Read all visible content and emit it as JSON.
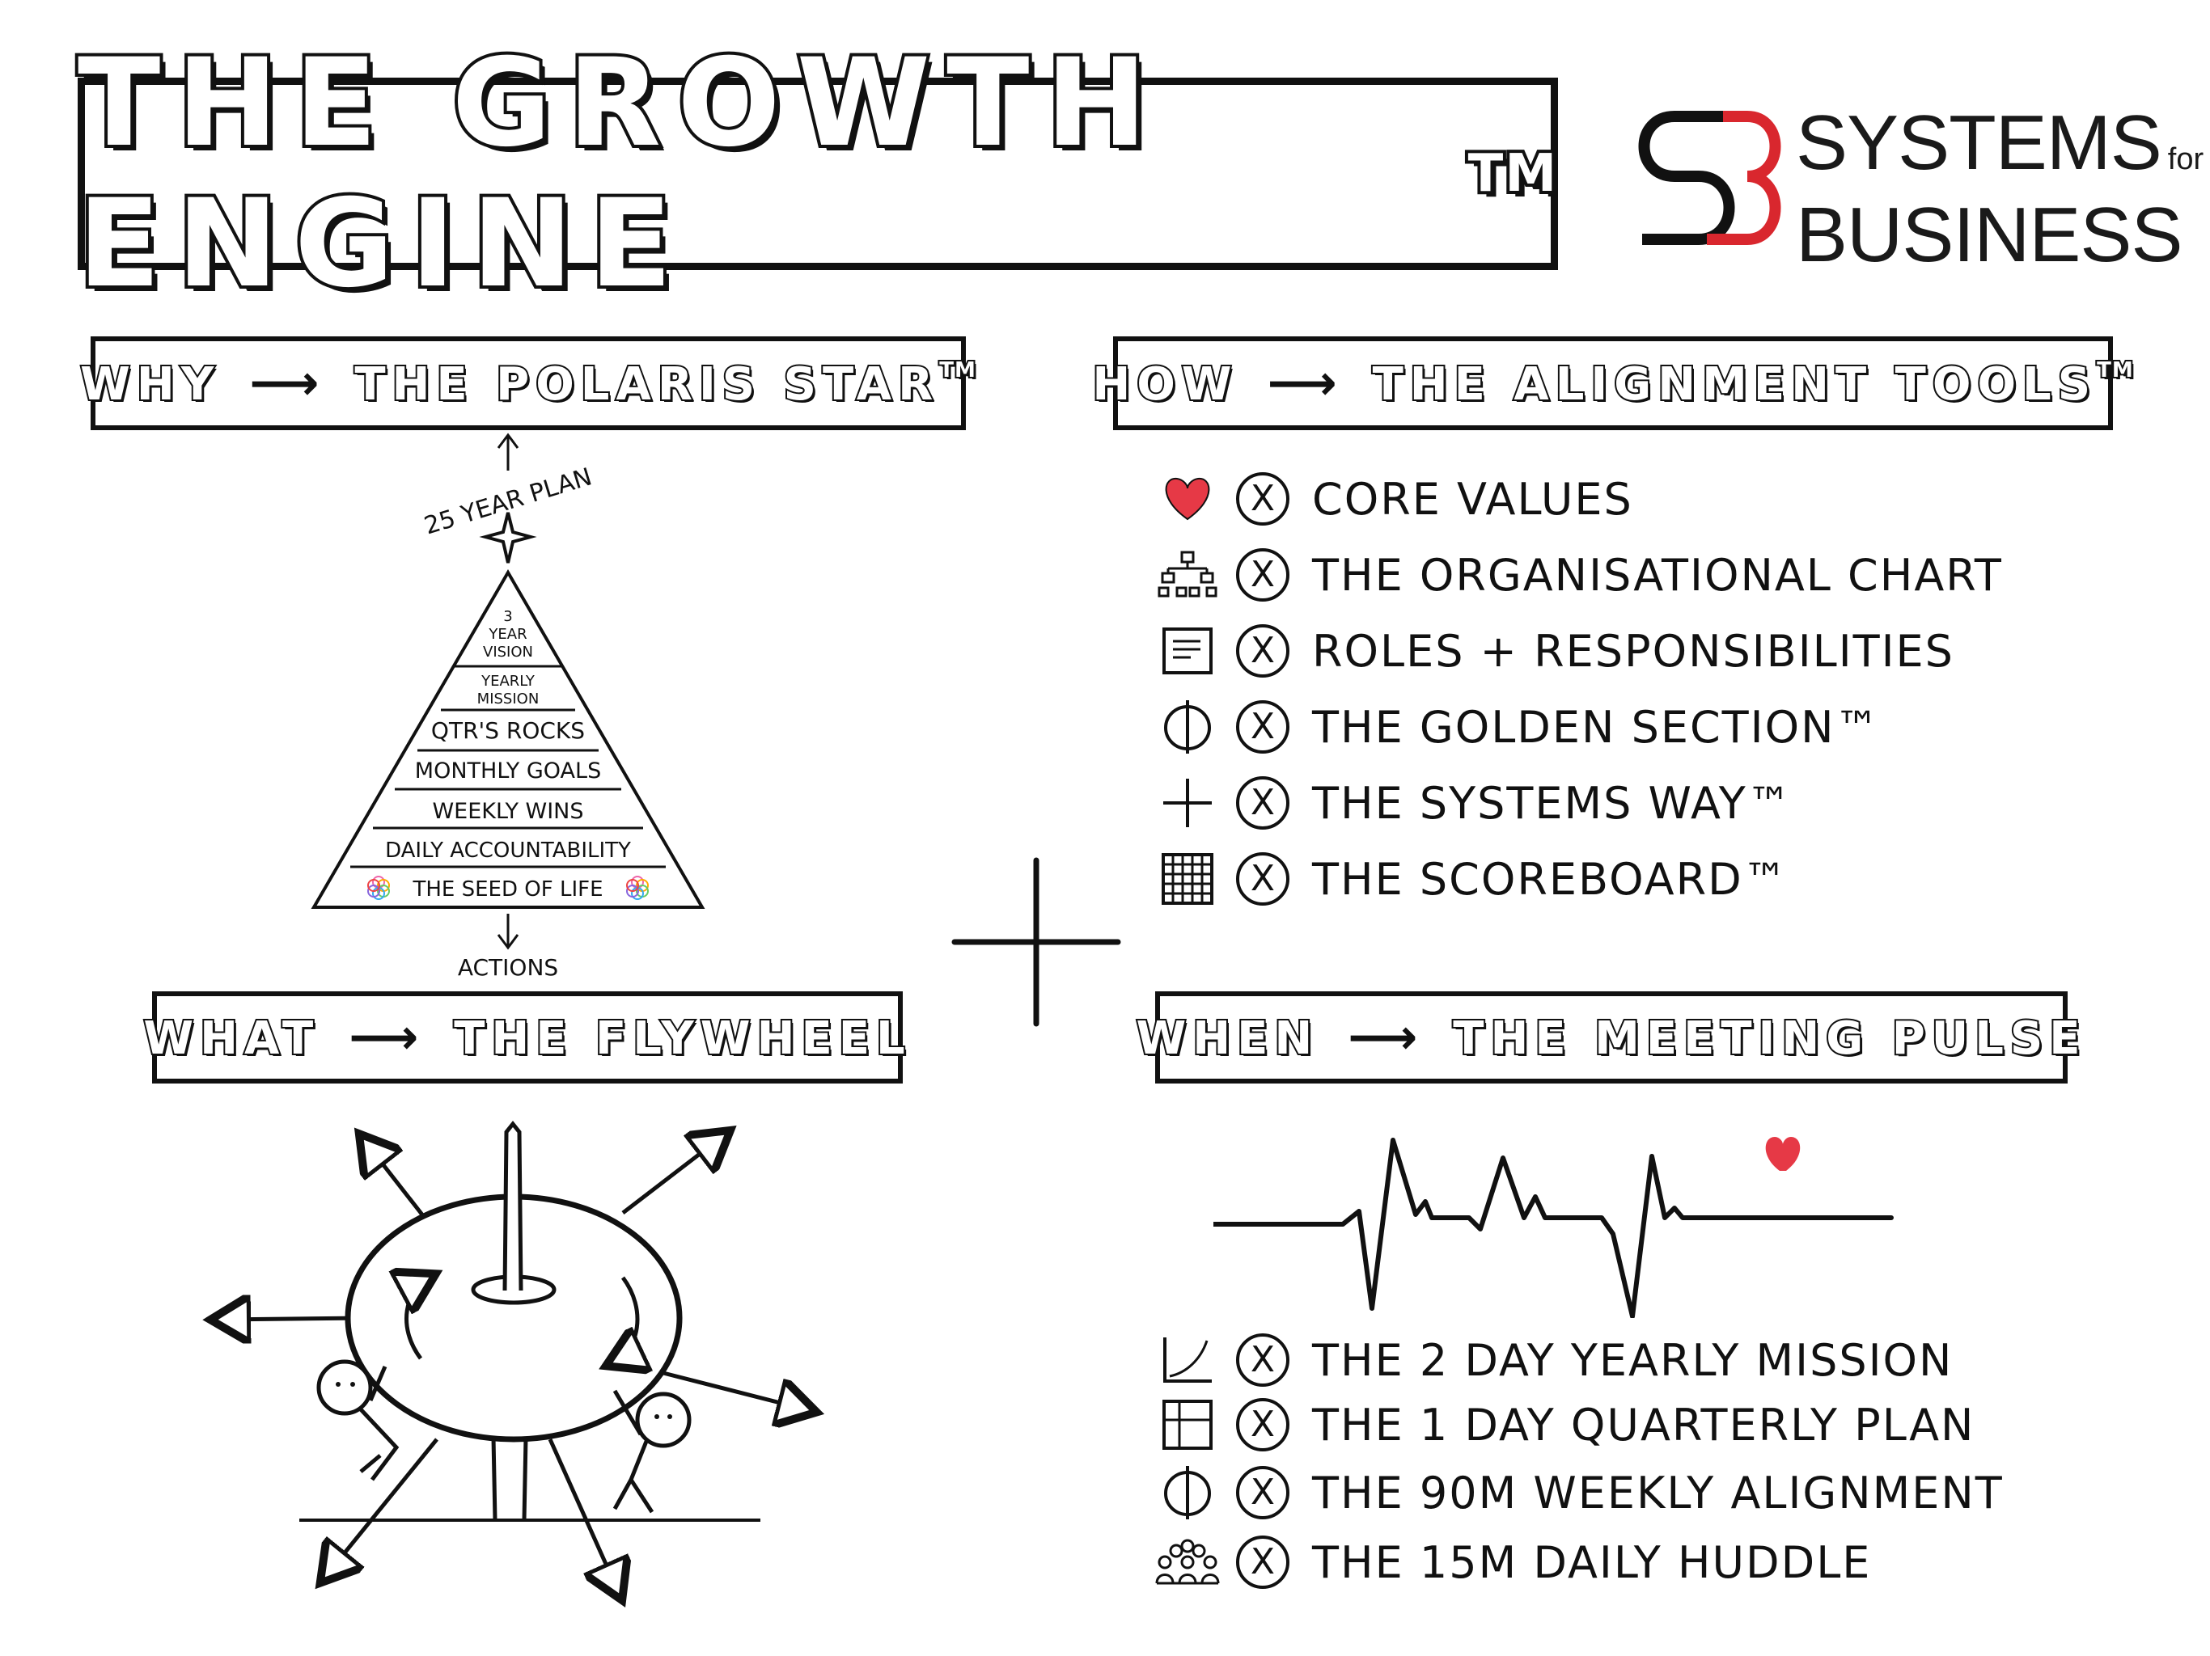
{
  "header": {
    "title": "THE GROWTH ENGINE",
    "title_tm": "TM"
  },
  "logo": {
    "line1": "SYSTEMS",
    "for": "for",
    "line2": "BUSINESS",
    "accent_color": "#d9272e"
  },
  "sections": {
    "why": {
      "left": "WHY",
      "right": "THE POLARIS STAR",
      "tm": "TM"
    },
    "how": {
      "left": "HOW",
      "right": "THE ALIGNMENT TOOLS",
      "tm": "TM"
    },
    "what": {
      "left": "WHAT",
      "right": "THE FLYWHEEL"
    },
    "when": {
      "left": "WHEN",
      "right": "THE MEETING PULSE"
    }
  },
  "polaris": {
    "top_label": "25 YEAR PLAN",
    "bottom_label": "ACTIONS",
    "levels": {
      "vision_1": "3",
      "vision_2": "YEAR",
      "vision_3": "VISION",
      "mission_1": "YEARLY",
      "mission_2": "MISSION",
      "rocks": "QTR'S ROCKS",
      "goals": "MONTHLY GOALS",
      "wins": "WEEKLY WINS",
      "accountability": "DAILY ACCOUNTABILITY",
      "seed": "THE SEED OF LIFE"
    }
  },
  "alignment_tools": [
    {
      "icon": "heart-icon",
      "label": "CORE VALUES"
    },
    {
      "icon": "org-chart-icon",
      "label": "THE ORGANISATIONAL CHART"
    },
    {
      "icon": "document-icon",
      "label": "ROLES + RESPONSIBILITIES"
    },
    {
      "icon": "golden-section-icon",
      "label": "THE GOLDEN SECTION™"
    },
    {
      "icon": "plus-icon",
      "label": "THE SYSTEMS WAY™"
    },
    {
      "icon": "scoreboard-grid-icon",
      "label": "THE SCOREBOARD™"
    }
  ],
  "meetings": [
    {
      "icon": "growth-curve-icon",
      "label": "THE 2 DAY YEARLY MISSION"
    },
    {
      "icon": "quarter-grid-icon",
      "label": "THE 1 DAY QUARTERLY PLAN"
    },
    {
      "icon": "golden-section-icon",
      "label": "THE 90M WEEKLY ALIGNMENT"
    },
    {
      "icon": "team-icon",
      "label": "THE 15M DAILY HUDDLE"
    }
  ],
  "checkbox_mark": "X",
  "colors": {
    "ink": "#111111",
    "heart": "#e63946"
  }
}
